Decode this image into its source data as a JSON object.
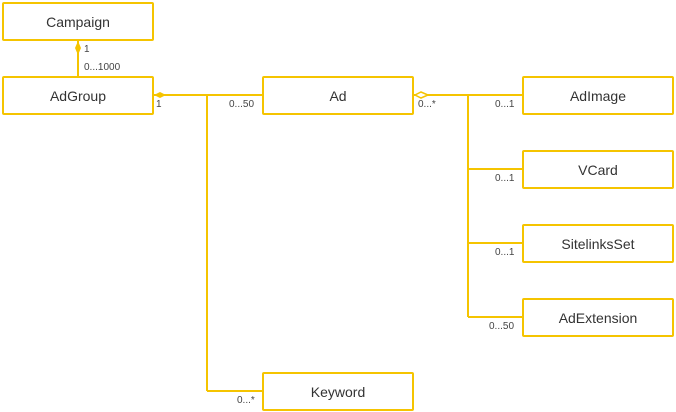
{
  "accent_color": "#F5C400",
  "classes": {
    "campaign": "Campaign",
    "adgroup": "AdGroup",
    "ad": "Ad",
    "adimage": "AdImage",
    "vcard": "VCard",
    "sitelinksset": "SitelinksSet",
    "adextension": "AdExtension",
    "keyword": "Keyword"
  },
  "multiplicities": {
    "campaign_side": "1",
    "adgroup_in_campaign": "0...1000",
    "adgroup_side": "1",
    "ad_in_adgroup": "0...50",
    "keyword_in_adgroup": "0...*",
    "ad_side": "0...*",
    "adimage": "0...1",
    "vcard": "0...1",
    "sitelinksset": "0...1",
    "adextension": "0...50"
  }
}
